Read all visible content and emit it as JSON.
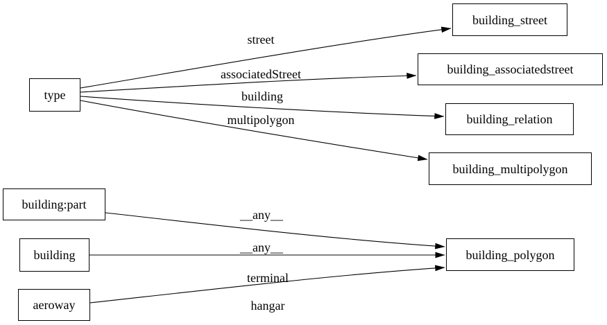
{
  "diagram": {
    "type": "directed-graph",
    "background": "#ffffff",
    "colors": {
      "node_border": "#000000",
      "node_fill": "#ffffff",
      "edge": "#000000",
      "text": "#000000"
    },
    "nodes": [
      {
        "id": "type",
        "label": "type"
      },
      {
        "id": "building:part",
        "label": "building:part"
      },
      {
        "id": "building",
        "label": "building"
      },
      {
        "id": "aeroway",
        "label": "aeroway"
      },
      {
        "id": "building_street",
        "label": "building_street"
      },
      {
        "id": "building_associatedstreet",
        "label": "building_associatedstreet"
      },
      {
        "id": "building_relation",
        "label": "building_relation"
      },
      {
        "id": "building_multipolygon",
        "label": "building_multipolygon"
      },
      {
        "id": "building_polygon",
        "label": "building_polygon"
      }
    ],
    "edges": [
      {
        "from": "type",
        "to": "building_street",
        "label": "street"
      },
      {
        "from": "type",
        "to": "building_associatedstreet",
        "label": "associatedStreet"
      },
      {
        "from": "type",
        "to": "building_relation",
        "label": "building"
      },
      {
        "from": "type",
        "to": "building_multipolygon",
        "label": "multipolygon"
      },
      {
        "from": "building:part",
        "to": "building_polygon",
        "label": "__any__"
      },
      {
        "from": "building",
        "to": "building_polygon",
        "label": "__any__"
      },
      {
        "from": "aeroway",
        "to": "building_polygon",
        "label": "terminal\nhangar",
        "label_lines": [
          "terminal",
          "hangar"
        ]
      }
    ]
  }
}
